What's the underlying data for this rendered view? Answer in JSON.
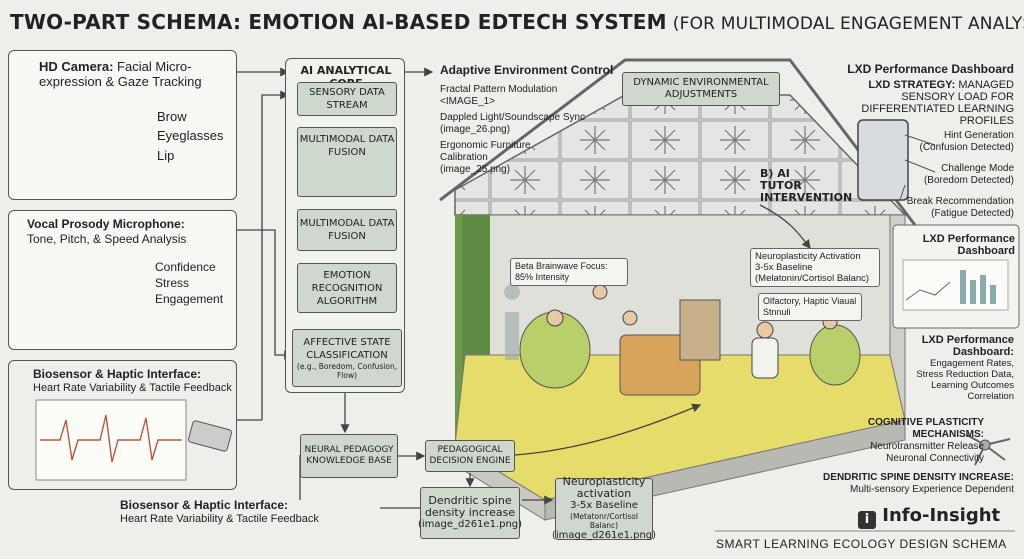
{
  "title": "TWO-PART SCHEMA: EMOTION AI-BASED EDTECH SYSTEM",
  "subtitle": "(FOR MULTIMODAL ENGAGEMENT ANALYSIS)",
  "camera": {
    "title": "HD Camera:",
    "desc": "Facial Micro-expression & Gaze Tracking",
    "labels": [
      "Brow",
      "Eyeglasses",
      "Lip"
    ]
  },
  "microphone": {
    "title": "Vocal Prosody Microphone:",
    "desc": "Tone, Pitch, & Speed Analysis",
    "labels": [
      "Confidence",
      "Stress",
      "Engagement"
    ]
  },
  "biosensor": {
    "title": "Biosensor & Haptic Interface:",
    "desc": "Heart Rate Variability & Tactile Feedback"
  },
  "biosensor_bottom": {
    "title": "Biosensor & Haptic Interface:",
    "desc": "Heart Rate Variability & Tactile Feedback"
  },
  "core": {
    "title": "AI ANALYTICAL CORE",
    "steps": [
      {
        "label": "SENSORY DATA STREAM"
      },
      {
        "label": "MULTIMODAL DATA FUSION"
      },
      {
        "label": "MULTIMODAL DATA FUSION"
      },
      {
        "label": "EMOTION RECOGNITION ALGORITHM"
      },
      {
        "label": "AFFECTIVE STATE CLASSIFICATION",
        "note": "(e.g., Boredom, Confusion, Flow)"
      }
    ]
  },
  "pipeline": {
    "knowledge_base": "NEURAL PEDAGOGY KNOWLEDGE BASE",
    "decision_engine": "PEDAGOGICAL DECISION ENGINE",
    "dendritic": "Dendritic spine density increase",
    "dendritic_file": "(image_d261e1.png)",
    "neuro_title": "Neuroplasticity activation",
    "neuro_value": "3-5x Baseline",
    "neuro_note": "(Metatonr/Cortisol Balanc)",
    "neuro_file": "(image_d261e1.png)"
  },
  "environment": {
    "title": "Adaptive Environment Control",
    "items": [
      {
        "label": "Fractal Pattern Modulation",
        "file": "<IMAGE_1>"
      },
      {
        "label": "Dappled Light/Soundscape Sync",
        "file": "(image_26.png)"
      },
      {
        "label": "Ergonomic Furniture Calibration",
        "file": "(image_25.png)"
      }
    ],
    "dynamic_box": "DYNAMIC ENVIRONMENTAL ADJUSTMENTS",
    "tutor": "B) AI TUTOR INTERVENTION",
    "beta": "Beta Brainwave Focus: 85% Intensity",
    "neuro_title": "Neuroplasticity Activation",
    "neuro_value": "3-5x Baseline",
    "neuro_note": "(Melatonin/Cortisol Balanc)",
    "olfactory": "Olfactory, Haptic Viaual Stnnuli"
  },
  "lxd": {
    "header": "LXD Performance Dashboard",
    "strategy_title": "LXD STRATEGY:",
    "strategy_desc": "MANAGED SENSORY LOAD FOR DIFFERENTIATED LEARNING PROFILES",
    "tablet_items": [
      "Hint Generation (Confusion Detected)",
      "Challenge Mode (Boredom Detected)",
      "Break Recommendation (Fatigue Detected)"
    ],
    "dash_title": "LXD Performance Dashboard",
    "dash2_title": "LXD Performance Dashboard:",
    "dash2_desc": "Engagement Rates, Stress Reduction Data, Learning Outcomes Correlation"
  },
  "cognitive": {
    "title": "COGNITIVE PLASTICITY MECHANISMS:",
    "items": [
      "Neurotransmitter Release",
      "Neuronal Connectivity"
    ]
  },
  "dendritic_right": {
    "title": "DENDRITIC SPINE DENSITY INCREASE:",
    "desc": "Multi-sensory Experience Dependent"
  },
  "brand": "Info-Insight",
  "footer": "SMART LEARNING ECOLOGY DESIGN SCHEMA",
  "colors": {
    "accent": "#cfd8cc",
    "floor": "#e6dc6a",
    "plant": "#6d9a4e",
    "stroke": "#555555"
  }
}
